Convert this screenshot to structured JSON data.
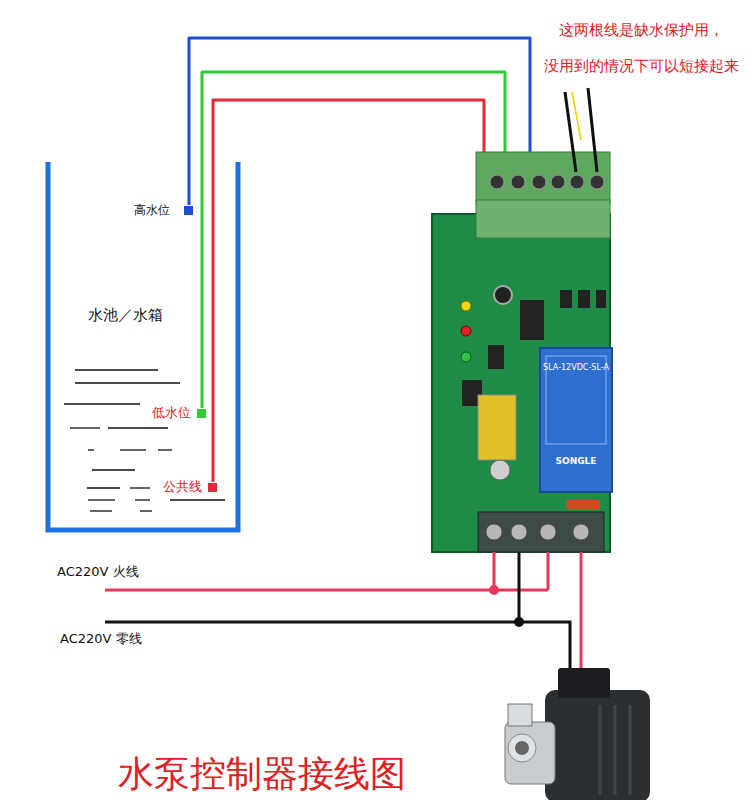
{
  "diagram": {
    "title": "水泵控制器接线图",
    "nodes": [
      {
        "text": [
          "水池／水箱"
        ]
      },
      {
        "text": [
          "高水位"
        ],
        "in": 0
      },
      {
        "text": [
          "低水位"
        ],
        "in": 0
      },
      {
        "text": [
          "公共线"
        ],
        "in": 0
      }
    ],
    "labels": [
      "这两根线是缺水保护用， 没用到的情况下可以短接起来",
      "AC220V 火线",
      "AC220V 零线",
      "SLA-12VDC-SL-A",
      "SONGLE"
    ]
  }
}
